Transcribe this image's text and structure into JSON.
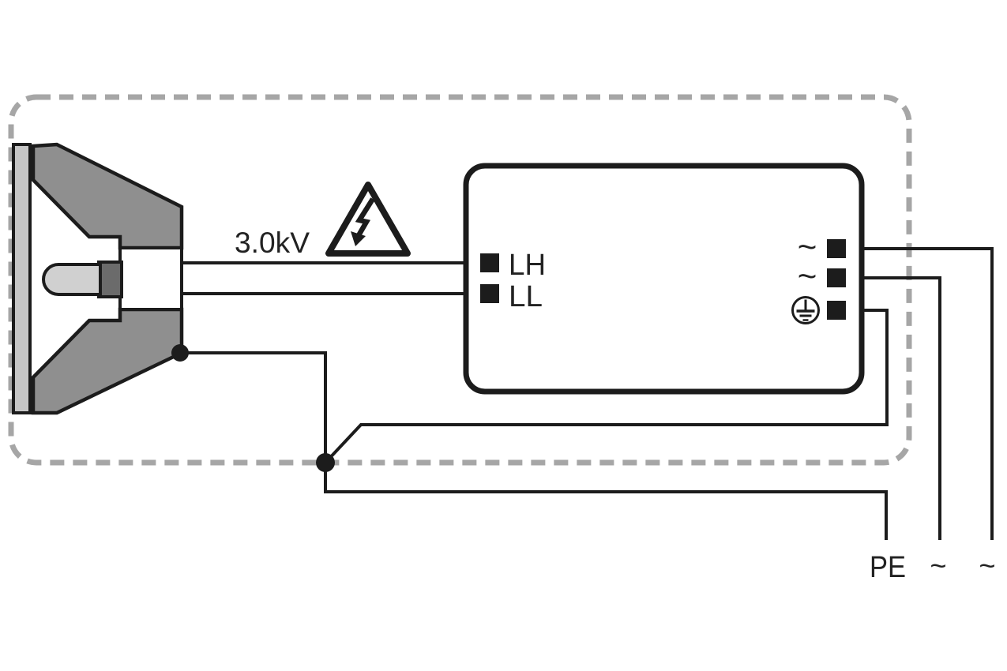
{
  "diagram": {
    "title_hint": "lamp-to-ballast wiring schematic",
    "labels": {
      "voltage_rating": "3.0kV",
      "terminal_lh": "LH",
      "terminal_ll": "LL",
      "ac_terminal_top": "~",
      "ac_terminal_mid": "~",
      "output_pe": "PE",
      "output_ac_1": "~",
      "output_ac_2": "~"
    },
    "icons": {
      "warning": "high-voltage-warning-triangle",
      "earth": "protective-earth-symbol"
    },
    "colors": {
      "outline": "#1c1c1c",
      "dashed_border": "#a6a6a6",
      "reflector_gray": "#8f8f8f",
      "lens_gray": "#c6c6c6",
      "bulb_gray": "#d0d0d0",
      "bulb_base_gray": "#6b6b6b",
      "background": "#ffffff"
    }
  }
}
